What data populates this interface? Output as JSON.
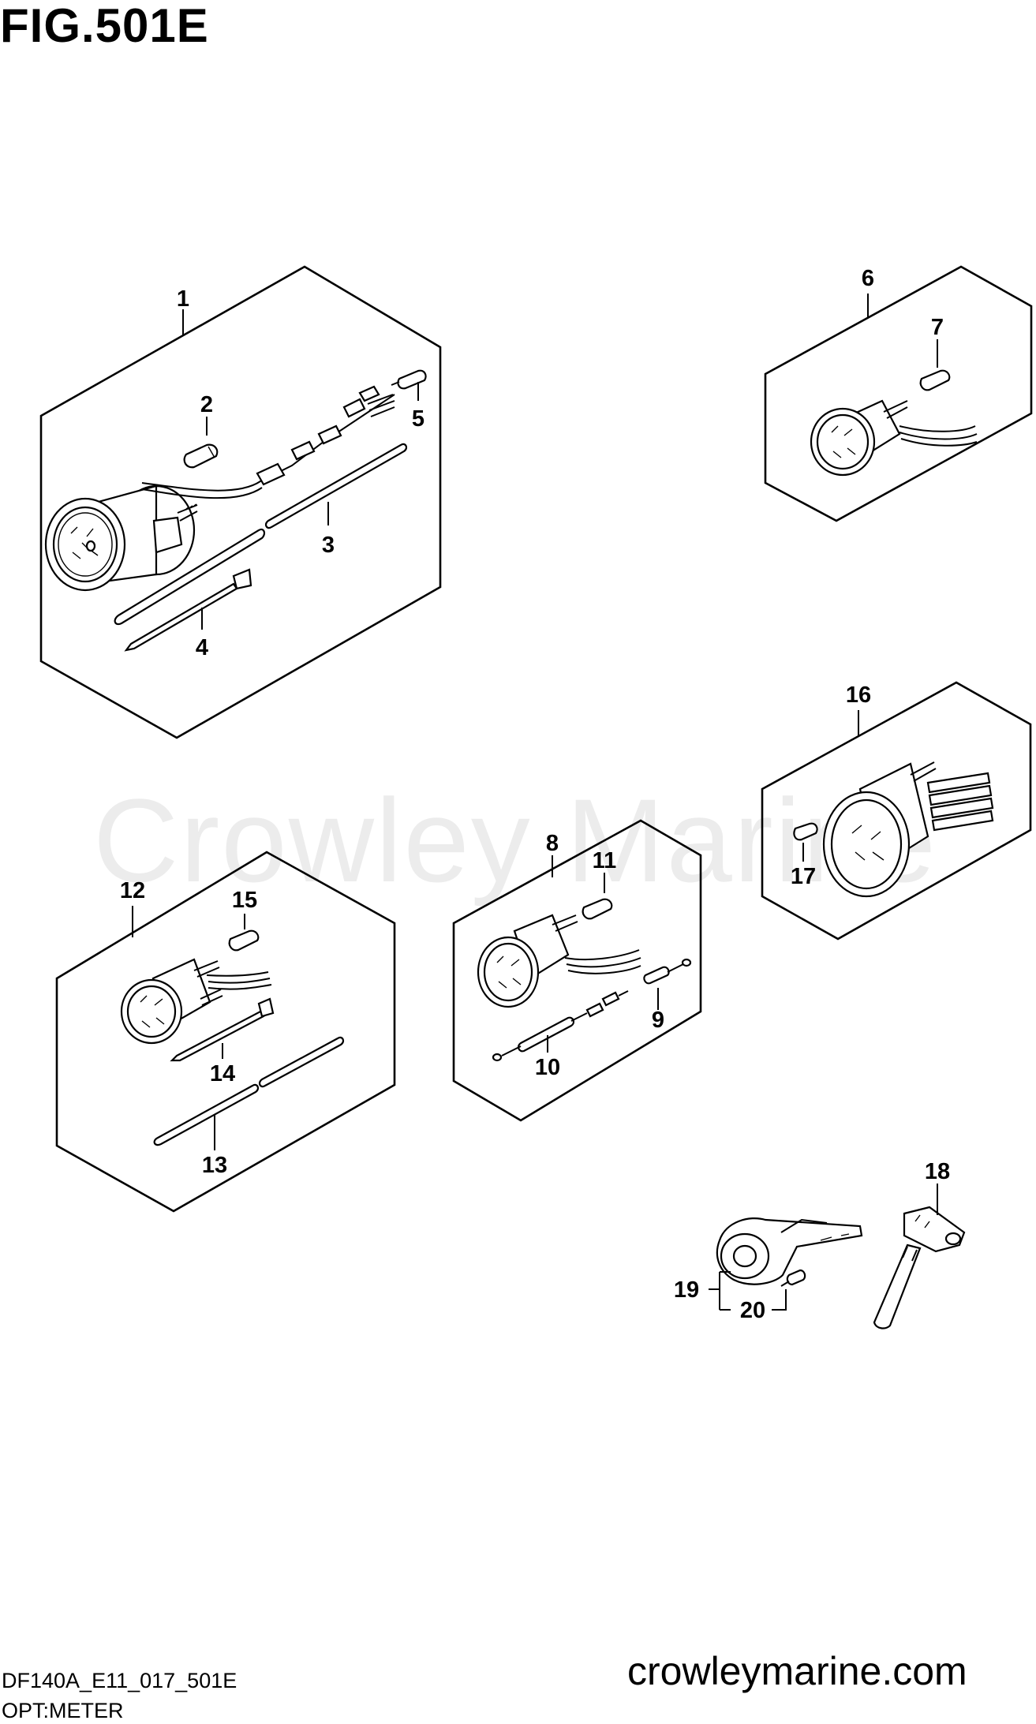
{
  "figure_title": "FIG.501E",
  "watermark": "Crowley Marine",
  "footer": {
    "diagram_code": "DF140A_E11_017_501E",
    "subtitle": "OPT:METER",
    "site": "crowleymarine.com"
  },
  "callouts": [
    "1",
    "2",
    "3",
    "4",
    "5",
    "6",
    "7",
    "8",
    "9",
    "10",
    "11",
    "12",
    "13",
    "14",
    "15",
    "16",
    "17",
    "18",
    "19",
    "20"
  ]
}
